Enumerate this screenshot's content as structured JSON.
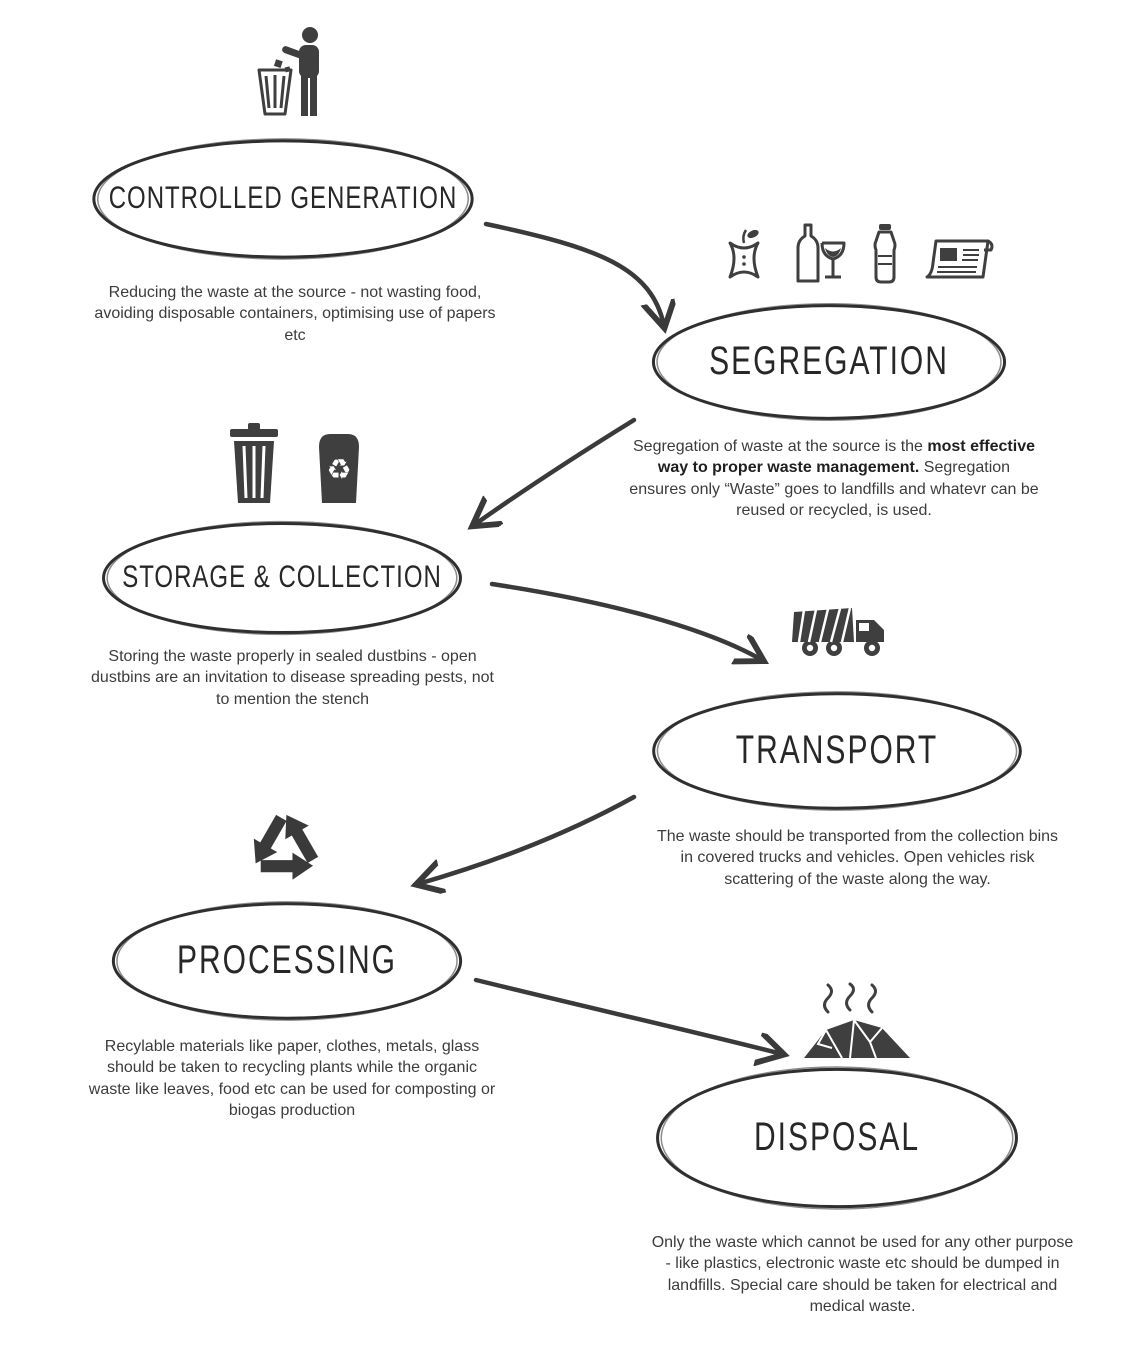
{
  "colors": {
    "ink": "#2f2f2f",
    "text": "#3c3c3c"
  },
  "stages": [
    {
      "title": "CONTROLLED GENERATION",
      "description": "Reducing the waste at the source - not wasting food, avoiding disposable containers, optimising use of papers etc",
      "icon": "person-throwing-trash-icon"
    },
    {
      "title": "SEGREGATION",
      "description_pre": "Segregation of waste at the source is the ",
      "description_bold": "most effective way to proper waste management.",
      "description_post": " Segregation ensures only “Waste” goes to landfills and whatevr can be reused or recycled, is used.",
      "icons": [
        "apple-core-icon",
        "wine-bottle-and-glass-icon",
        "water-bottle-icon",
        "newspaper-icon"
      ]
    },
    {
      "title": "STORAGE & COLLECTION",
      "description": "Storing the waste properly in sealed dustbins - open dustbins are an invitation to disease spreading pests, not to mention the stench",
      "icons": [
        "trash-bin-icon",
        "recycle-bin-icon"
      ]
    },
    {
      "title": "TRANSPORT",
      "description": "The waste should be transported from the collection bins in covered trucks and vehicles. Open vehicles risk scattering of the waste along the way.",
      "icon": "garbage-truck-icon"
    },
    {
      "title": "PROCESSING",
      "description": "Recylable materials like paper, clothes, metals, glass should be taken to recycling plants while the organic waste like leaves, food etc can be used for composting or biogas production",
      "icon": "recycle-symbol-icon"
    },
    {
      "title": "DISPOSAL",
      "description": "Only the waste which cannot be used for any other purpose - like plastics, electronic waste etc should be dumped in landfills. Special care should be taken for electrical and medical waste.",
      "icon": "landfill-pile-icon"
    }
  ]
}
